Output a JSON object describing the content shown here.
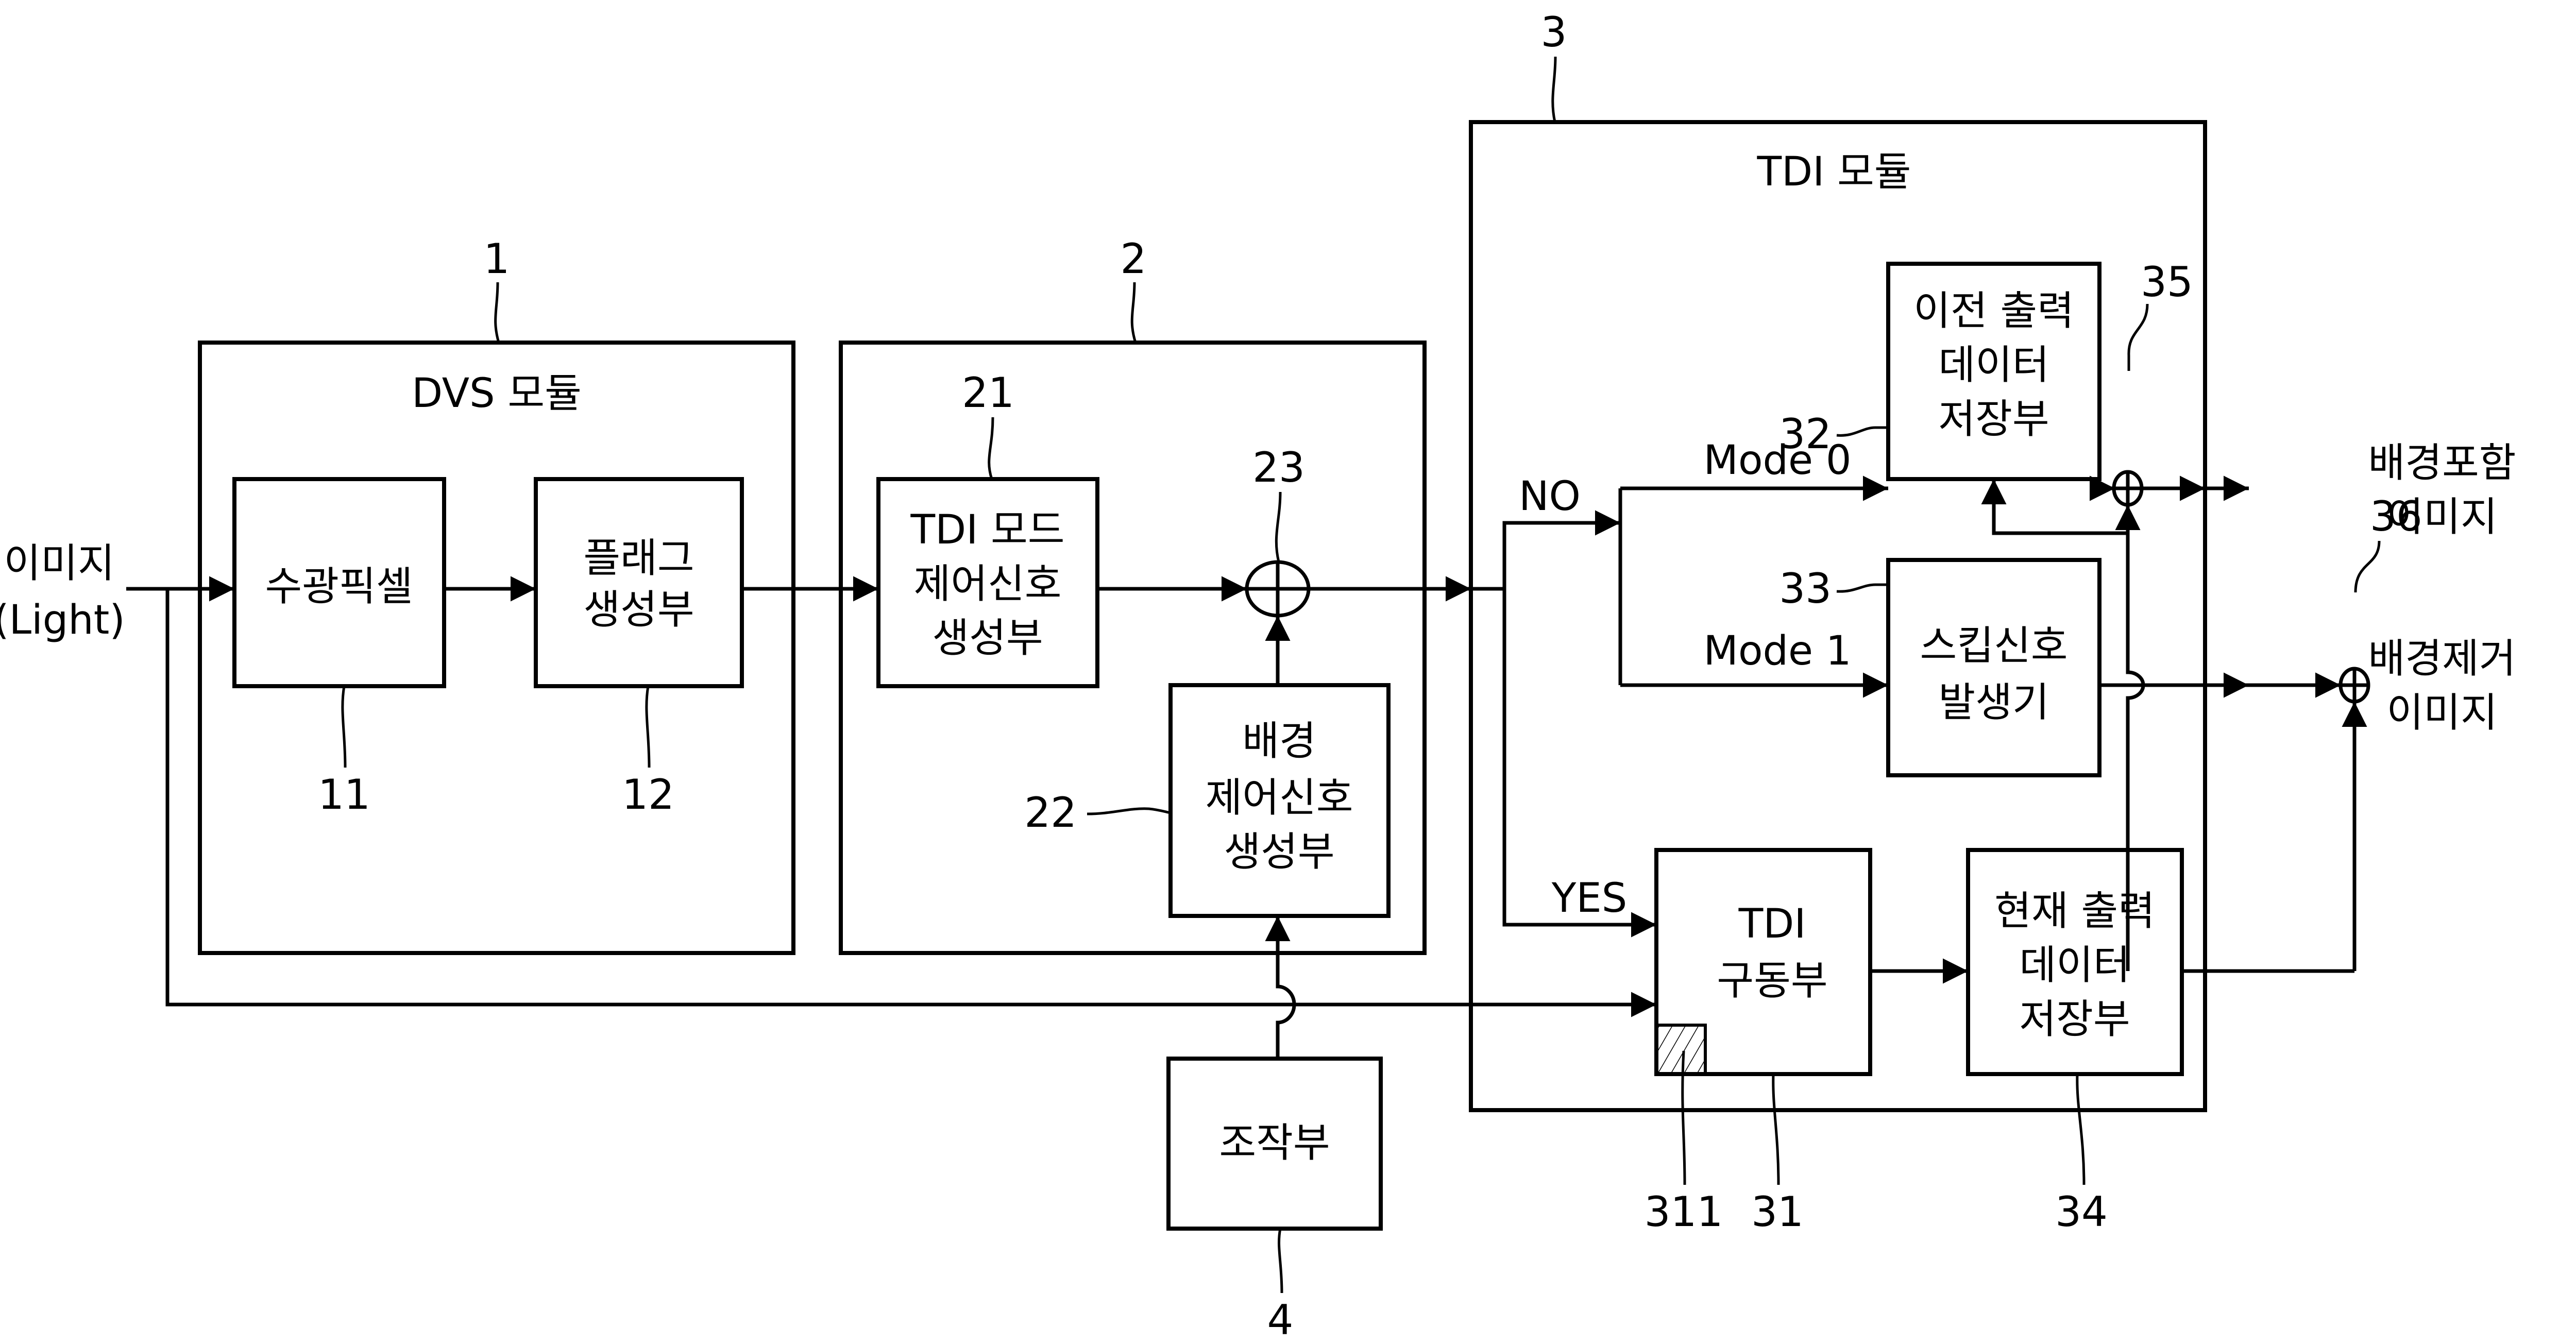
{
  "diagram": {
    "input": {
      "line1": "이미지",
      "line2": "(Light)"
    },
    "outputs": {
      "with_background": {
        "line1": "배경포함",
        "line2": "이미지"
      },
      "background_removed": {
        "line1": "배경제거",
        "line2": "이미지"
      }
    },
    "modules": {
      "dvs": {
        "ref": "1",
        "title": "DVS 모듈"
      },
      "control": {
        "ref": "2"
      },
      "tdi": {
        "ref": "3",
        "title": "TDI 모듈"
      }
    },
    "blocks": {
      "light_pixel": {
        "ref": "11",
        "lines": [
          "수광픽셀"
        ]
      },
      "flag_gen": {
        "ref": "12",
        "lines": [
          "플래그",
          "생성부"
        ]
      },
      "tdi_mode_ctrl": {
        "ref": "21",
        "lines": [
          "TDI 모드",
          "제어신호",
          "생성부"
        ]
      },
      "bg_ctrl": {
        "ref": "22",
        "lines": [
          "배경",
          "제어신호",
          "생성부"
        ]
      },
      "adder_23": {
        "ref": "23"
      },
      "manipulator": {
        "ref": "4",
        "lines": [
          "조작부"
        ]
      },
      "tdi_driver": {
        "ref": "31",
        "lines": [
          "TDI",
          "구동부"
        ],
        "sub_ref": "311"
      },
      "prev_output_store": {
        "ref": "32",
        "lines": [
          "이전 출력",
          "데이터",
          "저장부"
        ]
      },
      "skip_signal_gen": {
        "ref": "33",
        "lines": [
          "스킵신호",
          "발생기"
        ]
      },
      "curr_output_store": {
        "ref": "34",
        "lines": [
          "현재 출력",
          "데이터",
          "저장부"
        ]
      },
      "adder_35": {
        "ref": "35"
      },
      "adder_36": {
        "ref": "36"
      }
    },
    "branch_labels": {
      "no": "NO",
      "yes": "YES",
      "mode0": "Mode 0",
      "mode1": "Mode 1"
    }
  }
}
